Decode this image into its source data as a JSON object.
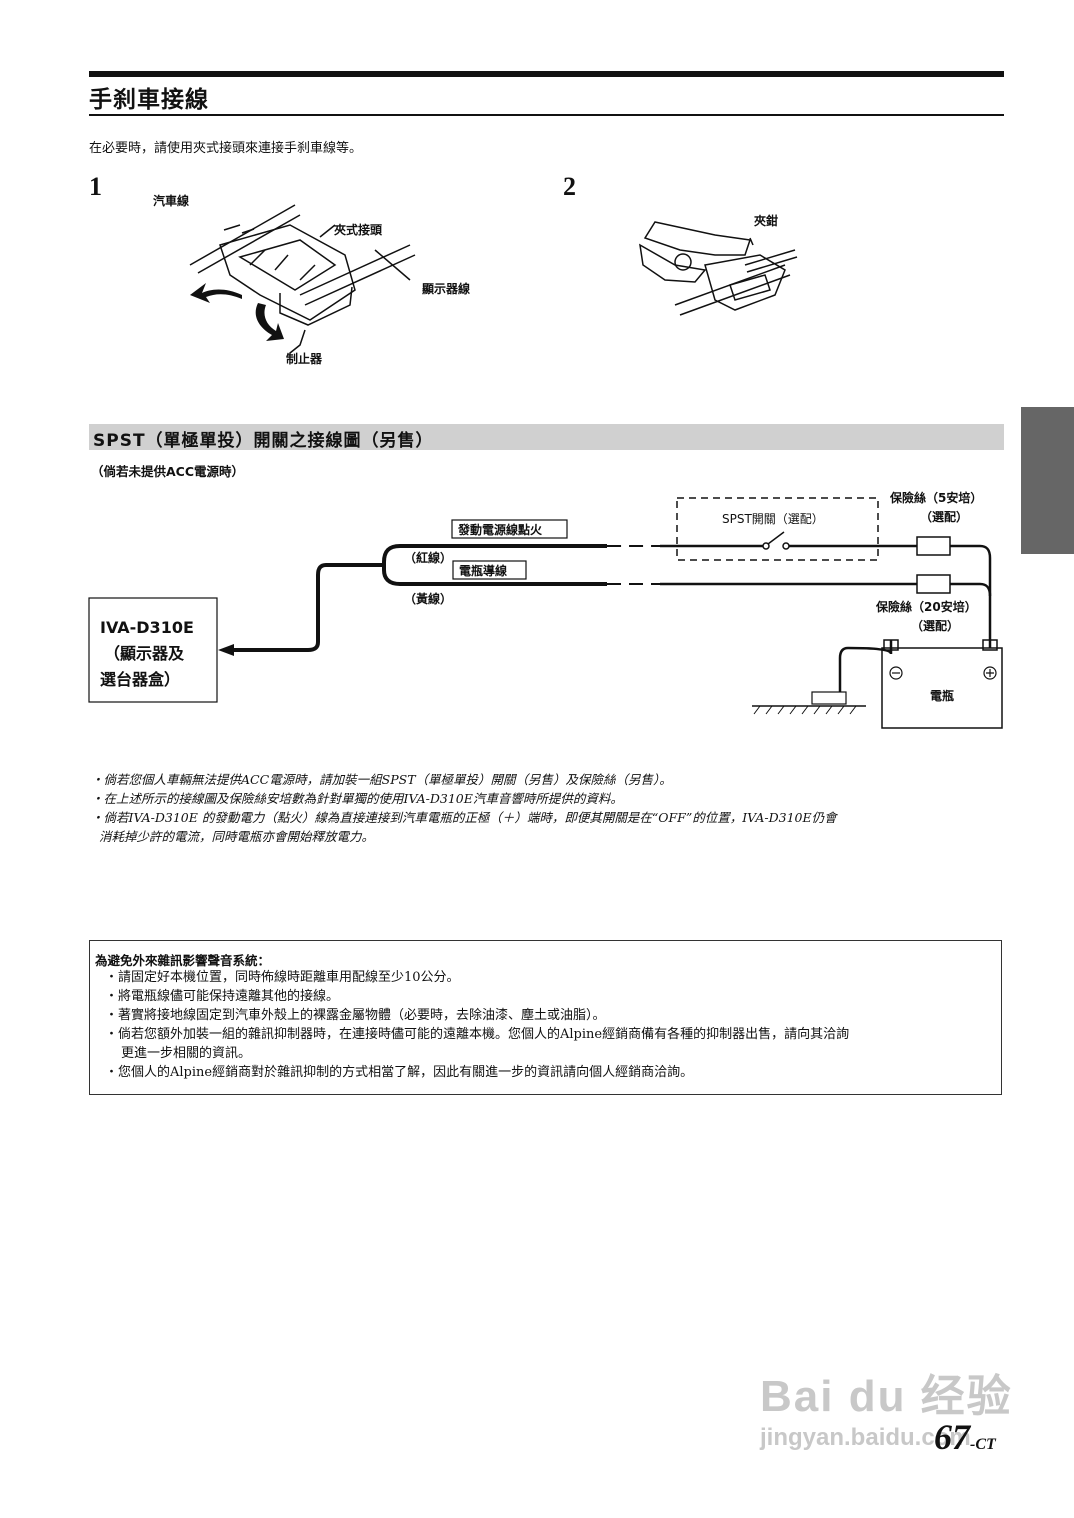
{
  "header": {
    "title": "手刹車接線"
  },
  "intro": "在必要時，請使用夾式接頭來連接手刹車線等。",
  "steps": [
    {
      "number": "1",
      "labels": {
        "car_wire": "汽車線",
        "clip": "夾式接頭",
        "display_wire": "顯示器線",
        "stopper": "制止器"
      }
    },
    {
      "number": "2",
      "labels": {
        "pliers": "夾鉗"
      }
    }
  ],
  "section": {
    "title": "SPST（單極單投）開關之接線圖（另售）",
    "subtitle": "（倘若未提供ACC電源時）"
  },
  "diagram": {
    "ignition": "發動電源線點火",
    "red_wire": "（紅線）",
    "battery_wire": "電瓶導線",
    "yellow_wire": "（黃線）",
    "switch": "SPST開關（選配）",
    "fuse5_a": "保險絲（5安培）",
    "fuse5_b": "（選配）",
    "fuse20_a": "保險絲（20安培）",
    "fuse20_b": "（選配）",
    "battery": "電瓶",
    "unit_1": "IVA-D310E",
    "unit_2": "（顯示器及",
    "unit_3": "選台器盒）"
  },
  "notes": [
    "・倘若您個人車輛無法提供ACC電源時，請加裝一組SPST（單極單投）開關（另售）及保險絲（另售）。",
    "・在上述所示的接線圖及保險絲安培數為針對單獨的使用IVA-D310E汽車音響時所提供的資料。",
    "・倘若IVA-D310E 的發動電力（點火）線為直接連接到汽車電瓶的正極（＋）端時，即便其開關是在“OFF”的位置，IVA-D310E仍會",
    "  消耗掉少許的電流，同時電瓶亦會開始釋放電力。"
  ],
  "noise_box": {
    "title": "為避免外來雜訊影響聲音系統：",
    "items": [
      "・請固定好本機位置，同時佈線時距離車用配線至少10公分。",
      "・將電瓶線儘可能保持遠離其他的接線。",
      "・著實將接地線固定到汽車外殼上的裸露金屬物體（必要時，去除油漆、塵土或油脂）。",
      "・倘若您額外加裝一組的雜訊抑制器時，在連接時儘可能的遠離本機。您個人的Alpine經銷商備有各種的抑制器出售，請向其洽詢",
      "  更進一步相關的資訊。",
      "・您個人的Alpine經銷商對於雜訊抑制的方式相當了解，因此有關進一步的資訊請向個人經銷商洽詢。"
    ]
  },
  "page": {
    "number": "67",
    "suffix": "-CT"
  },
  "watermark": {
    "brand": "Bai du 经验",
    "url": "jingyan.baidu.com"
  }
}
